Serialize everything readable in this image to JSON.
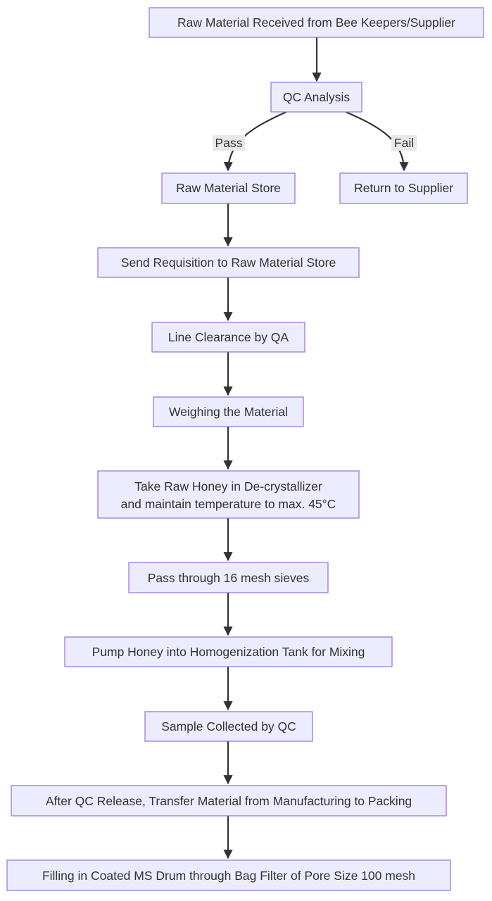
{
  "nodes": {
    "received": "Raw Material Received from Bee Keepers/Supplier",
    "qc_analysis": "QC Analysis",
    "raw_store": "Raw Material Store",
    "return_supplier": "Return to Supplier",
    "requisition": "Send Requisition to Raw Material Store",
    "line_clearance": "Line Clearance by QA",
    "weighing": "Weighing the Material",
    "decrystallizer_line1": "Take Raw Honey in De-crystallizer",
    "decrystallizer_line2": "and maintain temperature to max. 45°C",
    "sieves": "Pass through 16 mesh sieves",
    "pump": "Pump Honey into Homogenization Tank for Mixing",
    "sample": "Sample Collected by QC",
    "transfer": "After QC Release, Transfer Material from Manufacturing to Packing",
    "filling": "Filling in Coated MS Drum through Bag Filter of Pore Size 100 mesh"
  },
  "edge_labels": {
    "pass": "Pass",
    "fail": "Fail"
  },
  "colors": {
    "node_fill": "#ececff",
    "node_stroke": "#9370db",
    "edge": "#333333",
    "edge_label_bg": "#e8e8e8"
  }
}
